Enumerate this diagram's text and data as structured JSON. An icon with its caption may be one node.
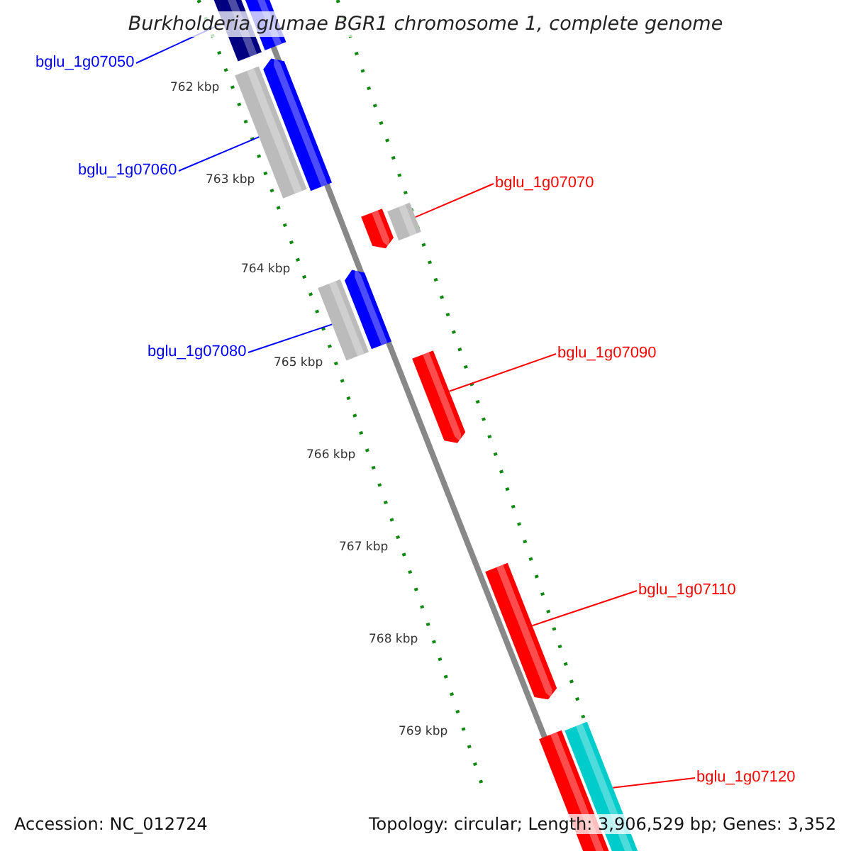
{
  "diagram": {
    "title": "Burkholderia glumae BGR1 chromosome 1, complete genome",
    "nodes": [
      {
        "text": [
          "bglu_1g07050"
        ]
      },
      {
        "text": [],
        "shape": "bar"
      },
      {
        "text": [
          "bglu_1g07060"
        ]
      },
      {
        "text": [],
        "shape": "bar"
      },
      {
        "text": [
          "bglu_1g07070"
        ]
      },
      {
        "text": [],
        "shape": "bar"
      },
      {
        "text": [
          "bglu_1g07080"
        ]
      },
      {
        "text": [],
        "shape": "bar"
      },
      {
        "text": [
          "bglu_1g07090"
        ]
      },
      {
        "text": [],
        "shape": "bar"
      },
      {
        "text": [
          "bglu_1g07110"
        ]
      },
      {
        "text": [],
        "shape": "bar"
      },
      {
        "text": [
          "bglu_1g07120"
        ]
      },
      {
        "text": [],
        "shape": "bar"
      }
    ],
    "edges": [
      {
        "from": 0,
        "to": 1,
        "arrow": "none",
        "color": "#0000ff"
      },
      {
        "from": 2,
        "to": 3,
        "arrow": "none",
        "color": "#0000ff"
      },
      {
        "from": 4,
        "to": 5,
        "arrow": "none"
      },
      {
        "from": 6,
        "to": 7,
        "arrow": "none",
        "color": "#0000ff"
      },
      {
        "from": 8,
        "to": 9,
        "arrow": "none"
      },
      {
        "from": 10,
        "to": 11,
        "arrow": "none"
      },
      {
        "from": 12,
        "to": 13,
        "arrow": "none"
      }
    ],
    "labels": [
      "762 kbp",
      "763 kbp",
      "764 kbp",
      "765 kbp",
      "766 kbp",
      "767 kbp",
      "768 kbp",
      "769 kbp",
      "Accession: NC_012724",
      "Topology: circular; Length: 3,906,529 bp; Genes: 3,352"
    ]
  }
}
